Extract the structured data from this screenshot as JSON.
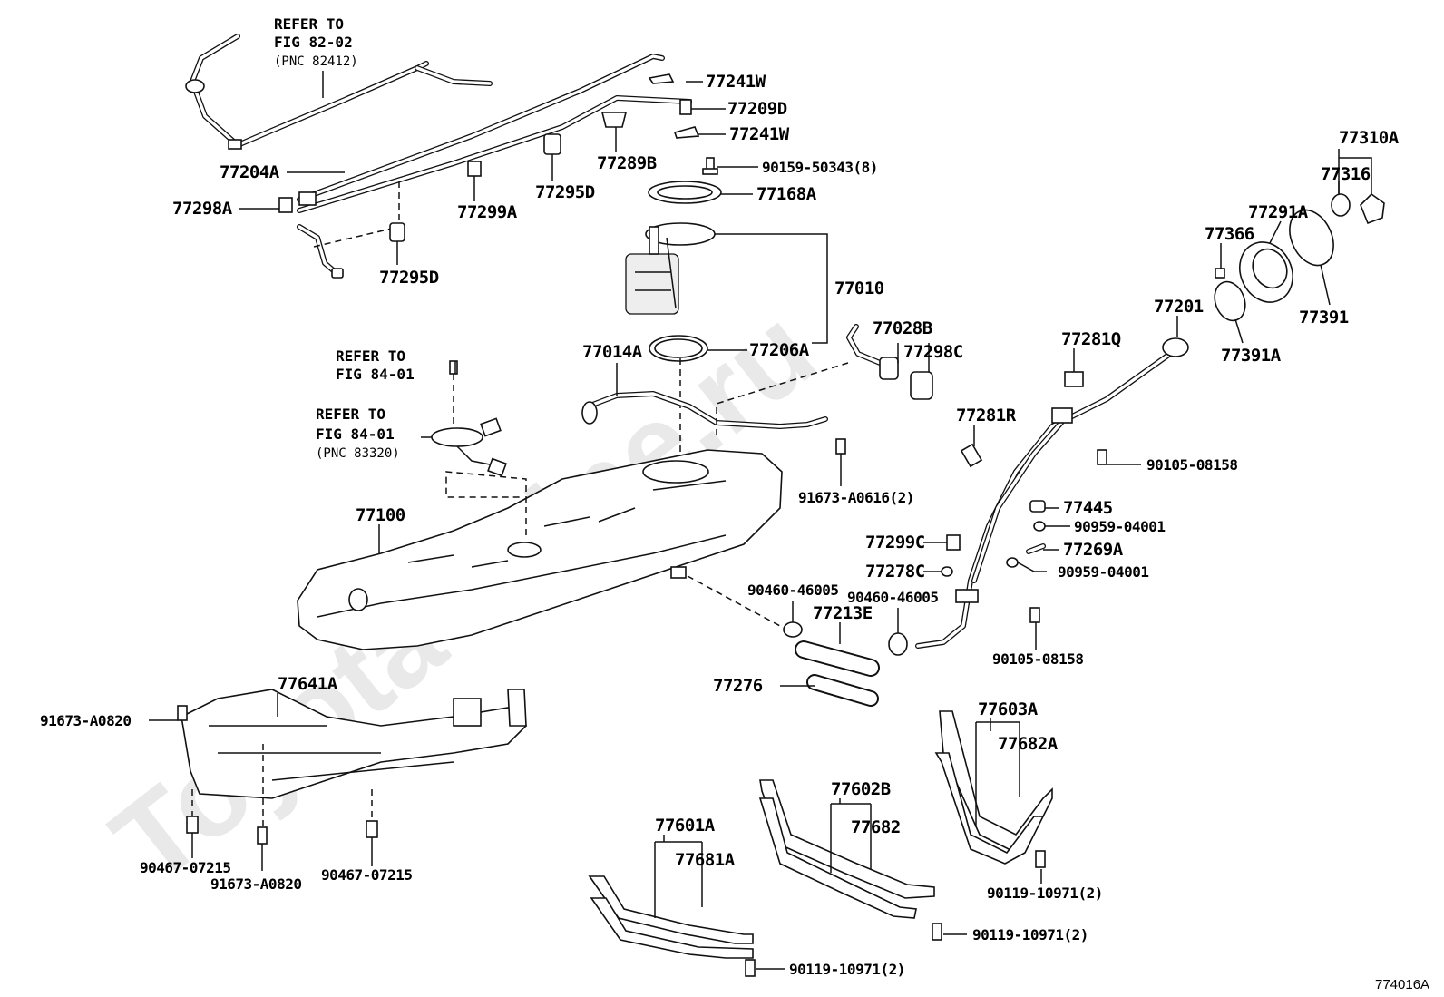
{
  "watermark": "Toyota-Wine.ru",
  "figure_code": "774016A",
  "labels": {
    "refer1_a": "REFER TO",
    "refer1_b": "FIG 82-02",
    "refer1_c": "(PNC 82412)",
    "refer2_a": "REFER TO",
    "refer2_b": "FIG 84-01",
    "refer3_a": "REFER TO",
    "refer3_b": "FIG 84-01",
    "refer3_c": "(PNC 83320)",
    "p77241W_a": "77241W",
    "p77209D": "77209D",
    "p77241W_b": "77241W",
    "p90159": "90159-50343(8)",
    "p77289B": "77289B",
    "p77295D_a": "77295D",
    "p77299A": "77299A",
    "p77204A": "77204A",
    "p77298A": "77298A",
    "p77295D_b": "77295D",
    "p77168A": "77168A",
    "p77010": "77010",
    "p77206A": "77206A",
    "p77014A": "77014A",
    "p77028B": "77028B",
    "p77298C": "77298C",
    "p91673_a": "91673-A0616(2)",
    "p77100": "77100",
    "p77310A": "77310A",
    "p77316": "77316",
    "p77291A": "77291A",
    "p77366": "77366",
    "p77391": "77391",
    "p77201": "77201",
    "p77391A": "77391A",
    "p77281Q": "77281Q",
    "p77281R": "77281R",
    "p90105_a": "90105-08158",
    "p77445": "77445",
    "p90959_a": "90959-04001",
    "p77299C": "77299C",
    "p77269A": "77269A",
    "p77278C": "77278C",
    "p90959_b": "90959-04001",
    "p90460_a": "90460-46005",
    "p90460_b": "90460-46005",
    "p77213E": "77213E",
    "p90105_b": "90105-08158",
    "p77276": "77276",
    "p77641A": "77641A",
    "p91673_b": "91673-A0820",
    "p90467_a": "90467-07215",
    "p91673_c": "91673-A0820",
    "p90467_b": "90467-07215",
    "p77603A": "77603A",
    "p77682A": "77682A",
    "p77602B": "77602B",
    "p77682": "77682",
    "p77601A": "77601A",
    "p77681A": "77681A",
    "p90119_a": "90119-10971(2)",
    "p90119_b": "90119-10971(2)",
    "p90119_c": "90119-10971(2)"
  }
}
